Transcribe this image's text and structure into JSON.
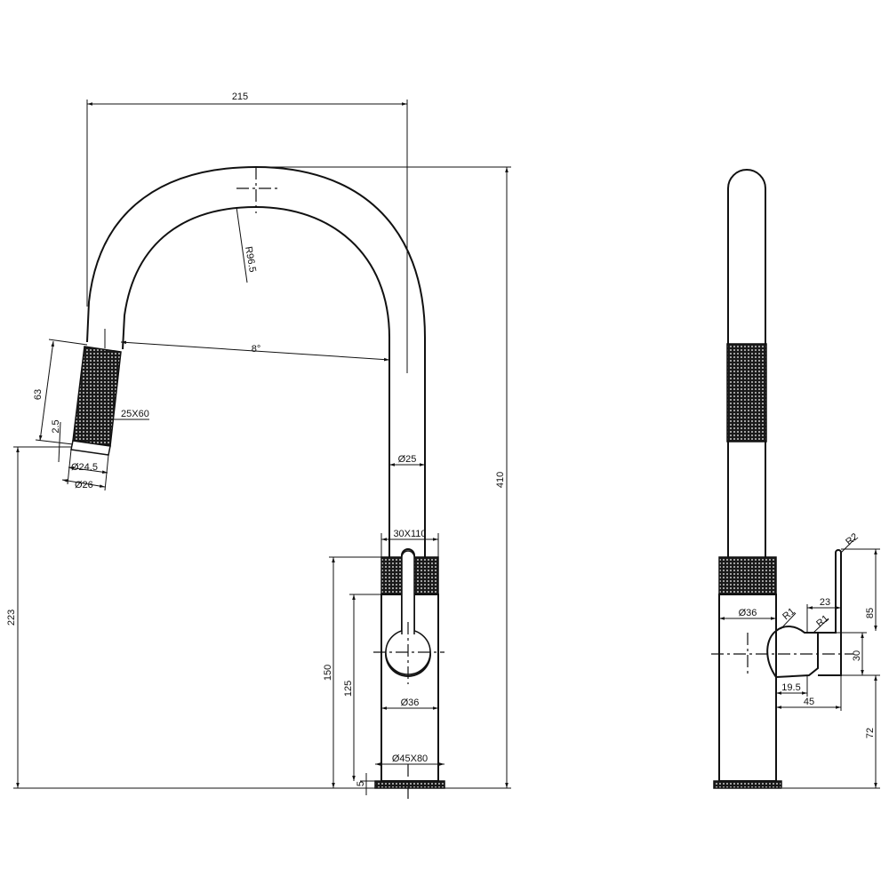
{
  "diagram": {
    "dimensions": {
      "top_width": "215",
      "bend_radius": "R96.5",
      "angle": "8°",
      "sprayhead_length": "63",
      "sprayhead_offset": "2.5",
      "knurl_size": "25X60",
      "sprayhead_inner_dia": "Ø24.5",
      "sprayhead_outer_dia": "Ø26",
      "spout_dia": "Ø25",
      "height_total": "410",
      "height_outlet": "223",
      "lever_knurl": "30X110",
      "body_dia": "Ø36",
      "base_knurl": "Ø45X80",
      "height_150": "150",
      "height_125": "125",
      "base_height": "5",
      "side_body_dia": "Ø36",
      "side_r1_a": "R1",
      "side_r1_b": "R1",
      "side_r2": "R2",
      "side_23": "23",
      "side_85": "85",
      "side_30": "30",
      "side_19_5": "19.5",
      "side_45": "45",
      "side_72": "72"
    }
  }
}
